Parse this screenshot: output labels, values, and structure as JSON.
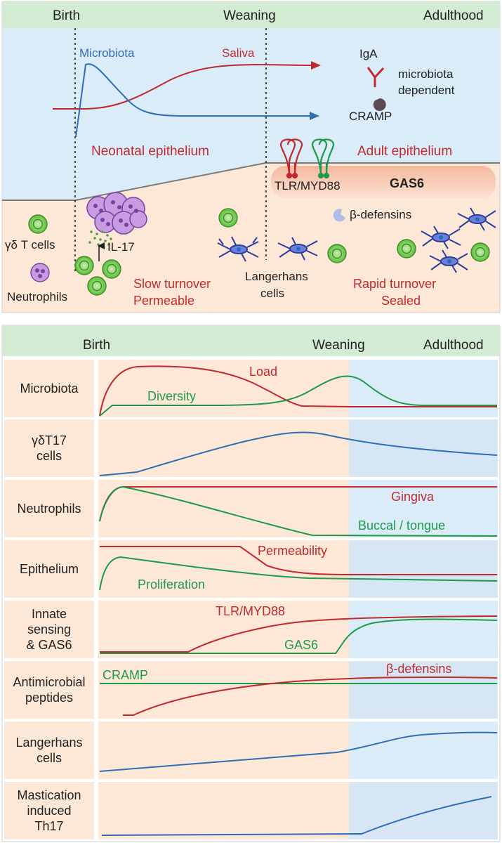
{
  "top_panel": {
    "timeline": {
      "birth": "Birth",
      "weaning": "Weaning",
      "adulthood": "Adulthood"
    },
    "curves": {
      "microbiota": "Microbiota",
      "saliva": "Saliva"
    },
    "legend": {
      "iga": "IgA",
      "microbiota_line1": "microbiota",
      "microbiota_line2": "dependent",
      "cramp": "CRAMP"
    },
    "epithelium": {
      "neonatal": "Neonatal epithelium",
      "adult": "Adult epithelium"
    },
    "receptors": {
      "tlr": "TLR/MYD88",
      "gas6": "GAS6"
    },
    "cells": {
      "gd_t": "γδ T cells",
      "il17": "IL-17",
      "neutrophils": "Neutrophils",
      "beta_defensins": "β-defensins",
      "langerhans_line1": "Langerhans",
      "langerhans_line2": "cells"
    },
    "turnover": {
      "slow_line1": "Slow turnover",
      "slow_line2": "Permeable",
      "rapid_line1": "Rapid turnover",
      "rapid_line2": "Sealed"
    }
  },
  "bottom_panel": {
    "header": {
      "birth": "Birth",
      "weaning": "Weaning",
      "adulthood": "Adulthood"
    },
    "rows": [
      {
        "label_lines": [
          "Microbiota"
        ],
        "curve_labels": [
          "Load",
          "Diversity"
        ]
      },
      {
        "label_lines": [
          "γδT17",
          "cells"
        ],
        "curve_labels": []
      },
      {
        "label_lines": [
          "Neutrophils"
        ],
        "curve_labels": [
          "Gingiva",
          "Buccal / tongue"
        ]
      },
      {
        "label_lines": [
          "Epithelium"
        ],
        "curve_labels": [
          "Permeability",
          "Proliferation"
        ]
      },
      {
        "label_lines": [
          "Innate",
          "sensing",
          "& GAS6"
        ],
        "curve_labels": [
          "TLR/MYD88",
          "GAS6"
        ]
      },
      {
        "label_lines": [
          "Antimicrobial",
          "peptides"
        ],
        "curve_labels": [
          "CRAMP",
          "β-defensins"
        ]
      },
      {
        "label_lines": [
          "Langerhans",
          "cells"
        ],
        "curve_labels": []
      },
      {
        "label_lines": [
          "Mastication",
          "induced",
          "Th17"
        ],
        "curve_labels": []
      }
    ]
  },
  "colors": {
    "sky": "#d9ecf8",
    "tissue": "#fde8d7",
    "header_green": "#d4ebd3",
    "adult_blue": "#d6e6f4",
    "red": "#c0292e",
    "green": "#1f9a4a",
    "blue": "#2f6db5"
  }
}
